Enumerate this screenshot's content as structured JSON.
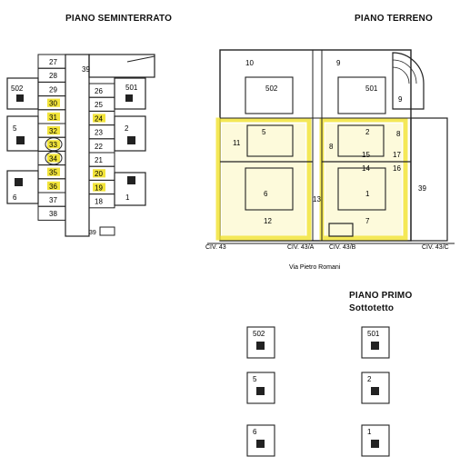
{
  "titles": {
    "basement": "PIANO SEMINTERRATO",
    "ground": "PIANO TERRENO",
    "first": "PIANO PRIMO",
    "attic": "Sottotetto"
  },
  "basement": {
    "left_col": [
      "27",
      "28",
      "29",
      "30",
      "31",
      "32",
      "33",
      "34",
      "35",
      "36",
      "37",
      "38"
    ],
    "right_col": [
      "26",
      "25",
      "24",
      "23",
      "22",
      "21",
      "20",
      "19",
      "18"
    ],
    "highlight_left": [
      "30",
      "31",
      "32",
      "33",
      "34",
      "35",
      "36"
    ],
    "highlight_right": [
      "24",
      "20",
      "19"
    ],
    "circled": [
      "33",
      "34"
    ],
    "corridor_label": "39",
    "bottom_label": "39",
    "units": [
      "502",
      "501",
      "5",
      "2",
      "6",
      "1"
    ]
  },
  "ground": {
    "rooms": [
      "10",
      "9",
      "502",
      "501",
      "9",
      "11",
      "5",
      "8",
      "2",
      "8",
      "15",
      "17",
      "14",
      "16",
      "6",
      "1",
      "13",
      "12",
      "7",
      "39"
    ],
    "civics": [
      "CIV. 43",
      "CIV. 43/A",
      "CIV. 43/B",
      "CIV. 43/C"
    ],
    "street": "Via Pietro Romani"
  },
  "first": {
    "units": [
      "502",
      "501",
      "5",
      "2",
      "6",
      "1"
    ]
  },
  "colors": {
    "highlight": "#f2e43a",
    "line": "#222222"
  }
}
